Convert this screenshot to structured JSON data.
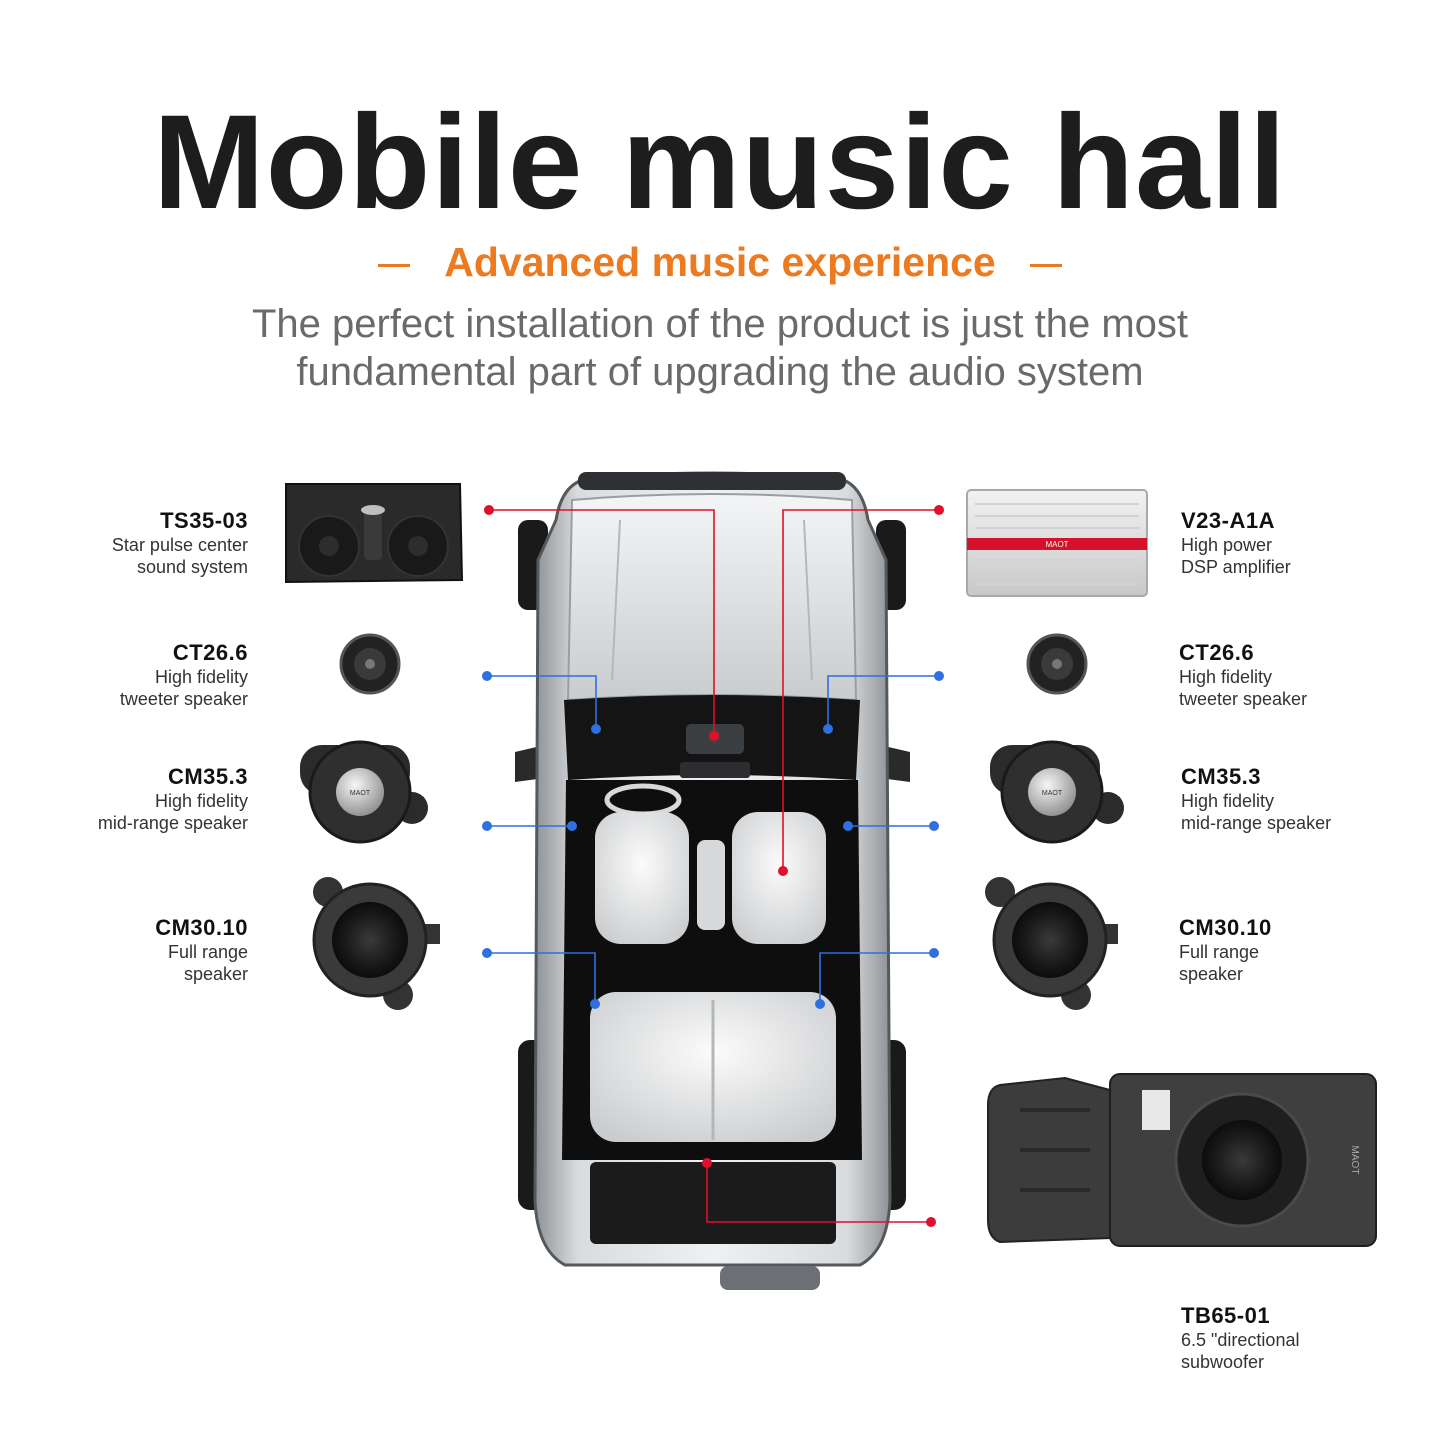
{
  "header": {
    "title": "Mobile music hall",
    "subtitle": "Advanced music experience",
    "description_line1": "The perfect installation of the product is just the most",
    "description_line2": "fundamental part of upgrading the audio system"
  },
  "products": {
    "ts35": {
      "code": "TS35-03",
      "line1": "Star pulse center",
      "line2": "sound system"
    },
    "v23": {
      "code": "V23-A1A",
      "line1": "High power",
      "line2": "DSP amplifier",
      "brand": "MAOT"
    },
    "ct26_left": {
      "code": "CT26.6",
      "line1": "High fidelity",
      "line2": "tweeter speaker"
    },
    "ct26_right": {
      "code": "CT26.6",
      "line1": "High fidelity",
      "line2": "tweeter speaker"
    },
    "cm35_left": {
      "code": "CM35.3",
      "line1": "High fidelity",
      "line2": "mid-range speaker",
      "brand": "MAOT"
    },
    "cm35_right": {
      "code": "CM35.3",
      "line1": "High fidelity",
      "line2": "mid-range speaker",
      "brand": "MAOT"
    },
    "cm30_left": {
      "code": "CM30.10",
      "line1": "Full range",
      "line2": "speaker"
    },
    "cm30_right": {
      "code": "CM30.10",
      "line1": "Full range",
      "line2": "speaker"
    },
    "tb65": {
      "code": "TB65-01",
      "line1": "6.5 \"directional",
      "line2": "subwoofer",
      "brand": "MAOT"
    }
  },
  "colors": {
    "accent": "#ec7a20",
    "red_marker": "#e0102a",
    "blue_marker": "#2f6fe0",
    "title": "#1d1d1d",
    "muted": "#6a6a6a"
  }
}
